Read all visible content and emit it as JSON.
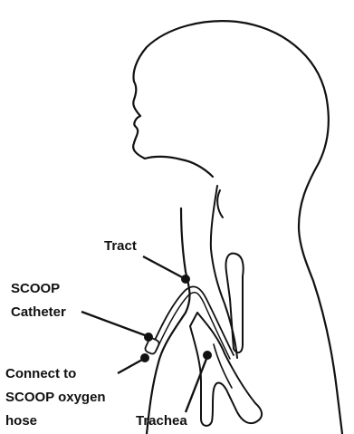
{
  "labels": {
    "tract": "Tract",
    "scoop_line1": "SCOOP",
    "scoop_line2": "Catheter",
    "connect_line1": "Connect to",
    "connect_line2": "SCOOP oxygen",
    "connect_line3": "hose",
    "trachea": "Trachea"
  },
  "colors": {
    "ink": "#111111",
    "background": "#ffffff"
  }
}
